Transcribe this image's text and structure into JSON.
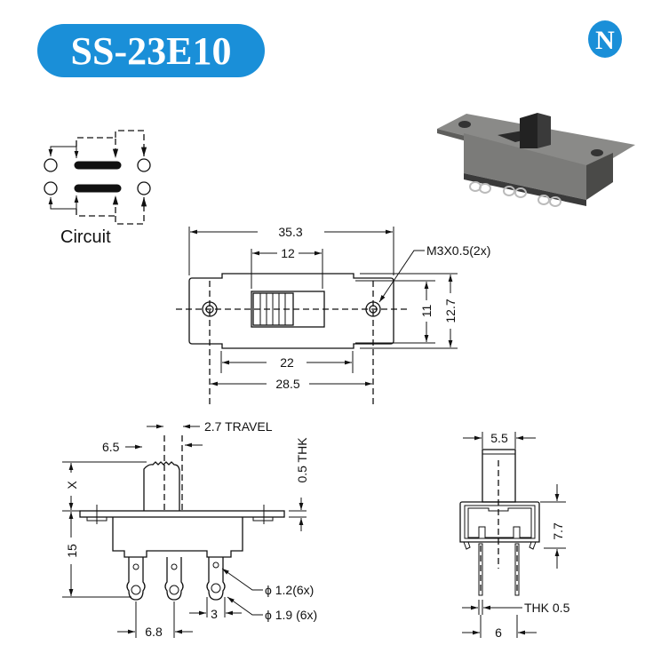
{
  "header": {
    "title": "SS-23E10",
    "logo_letter": "N",
    "brand_color": "#1a8fd8"
  },
  "circuit": {
    "label": "Circuit"
  },
  "top_view": {
    "overall_length": "35.3",
    "slider_width": "12",
    "mount_hole_label": "M3X0.5(2x)",
    "body_height": "11",
    "flange_height": "12.7",
    "body_length": "22",
    "hole_spacing": "28.5"
  },
  "side_view": {
    "actuator_width": "6.5",
    "travel": "2.7  TRAVEL",
    "flange_thk": "0.5 THK",
    "actuator_height": "X",
    "body_height": "15",
    "terminal_pitch": "6.8",
    "terminal_width": "3",
    "hole_small": "ϕ 1.2(6x)",
    "hole_large": "ϕ 1.9 (6x)"
  },
  "front_view": {
    "actuator_width": "5.5",
    "body_height": "7.7",
    "pin_thk": "THK 0.5",
    "pin_spacing": "6"
  }
}
